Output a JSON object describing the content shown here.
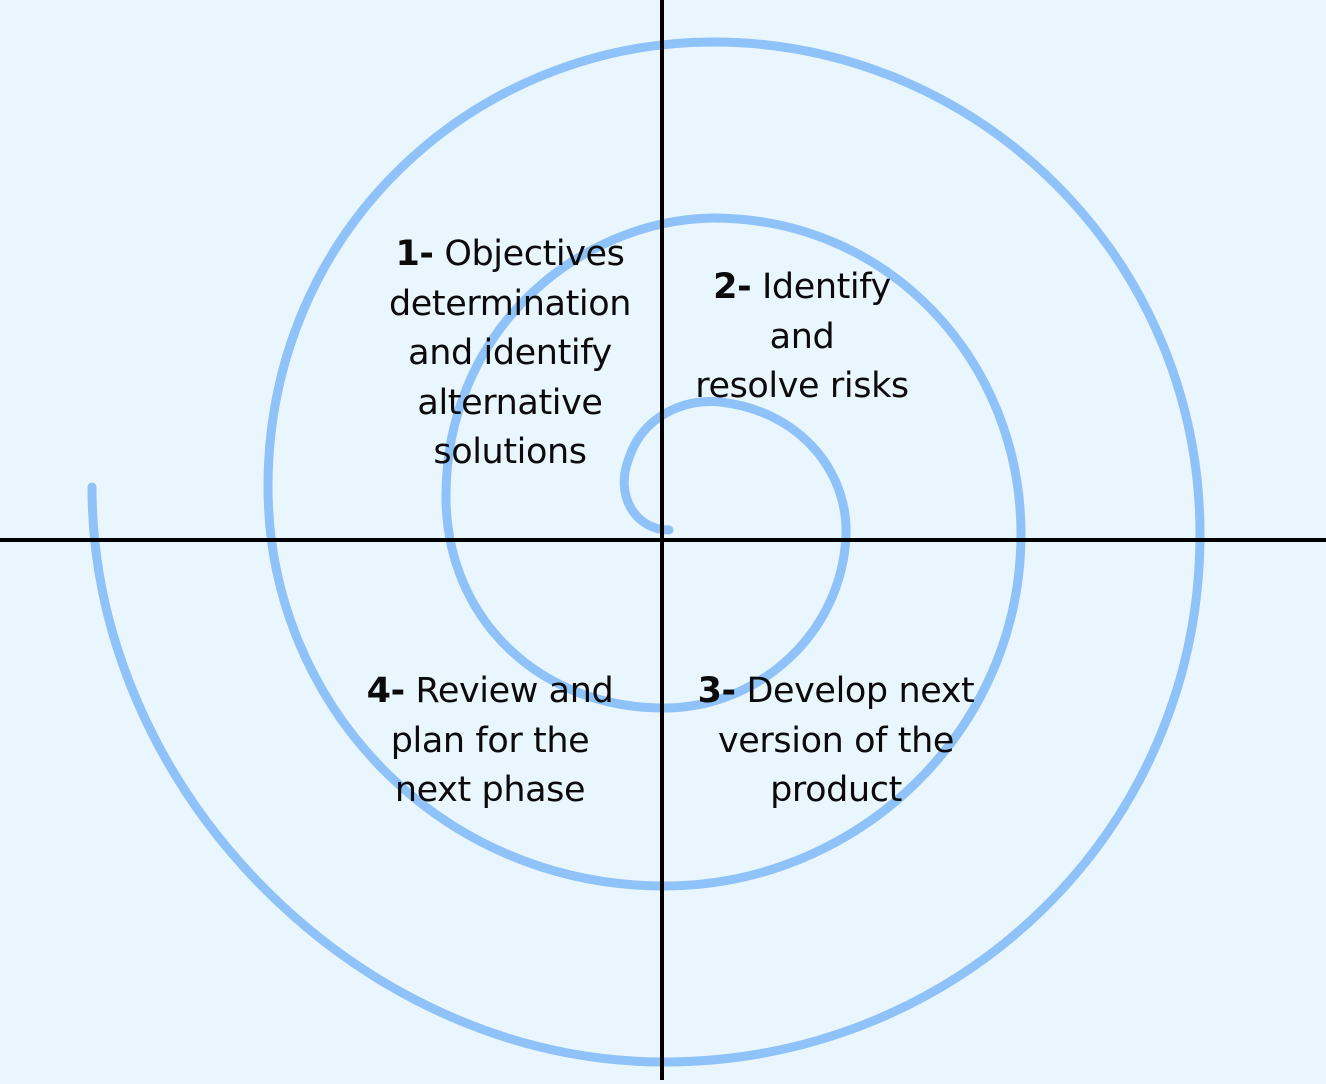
{
  "colors": {
    "background": "#EAF6FE",
    "spiral": "#8EC2F8",
    "axes": "#000000",
    "text": "#0b0b0b"
  },
  "quadrants": [
    {
      "number": "1-",
      "lines": [
        "Objectives",
        "determination",
        "and identify",
        "alternative",
        "solutions"
      ]
    },
    {
      "number": "2-",
      "lines": [
        "Identify",
        "and",
        "resolve risks"
      ]
    },
    {
      "number": "3-",
      "lines": [
        "Develop next",
        "version of the",
        "product"
      ]
    },
    {
      "number": "4-",
      "lines": [
        "Review and",
        "plan for the",
        "next phase"
      ]
    }
  ]
}
